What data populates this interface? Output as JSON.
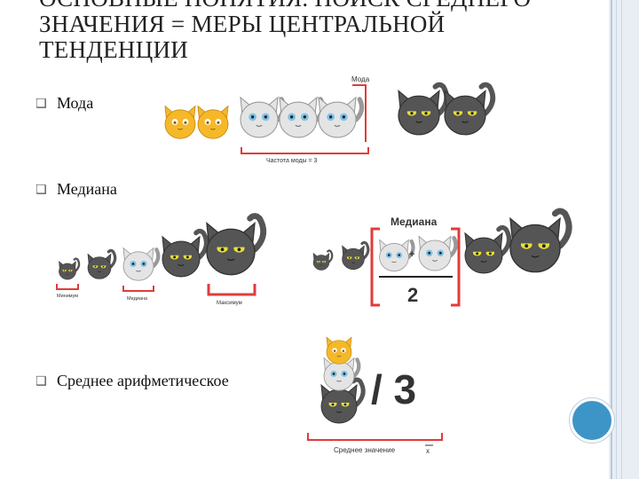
{
  "slide": {
    "title_lines": [
      "ОСНОВНЫЕ ПОНЯТИЯ. ПОИСК СРЕДНЕГО",
      "ЗНАЧЕНИЯ = МЕРЫ ЦЕНТРАЛЬНОЙ",
      "ТЕНДЕНЦИИ"
    ],
    "bullets": [
      "Мода",
      "Медиана",
      "Среднее арифметическое"
    ],
    "bullet_icon": "checkbox-icon"
  },
  "mode_figure": {
    "label": "Мода",
    "caption": "Частота моды = 3"
  },
  "median_figure_1": {
    "min_label": "Минимум",
    "median_label": "Медиана",
    "max_label": "Максимум"
  },
  "median_figure_2": {
    "label": "Медиана",
    "plus": "+",
    "divisor": "2"
  },
  "mean_figure": {
    "division": "/ 3",
    "caption": "Среднее значение",
    "symbol": "x"
  },
  "colors": {
    "orange": "#f5b829",
    "white_cat": "#e4e4e4",
    "gray_cat": "#555555",
    "red": "#e23b3b",
    "accent_circle": "#3d95c7"
  }
}
